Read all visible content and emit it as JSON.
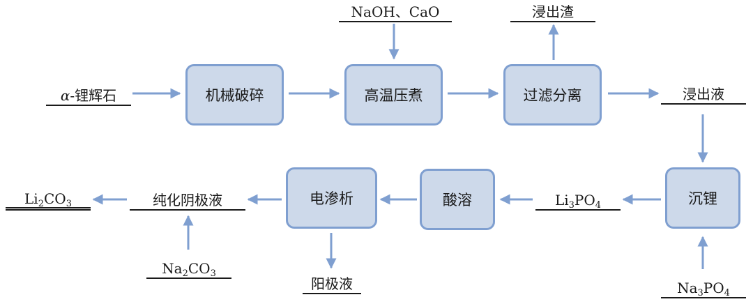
{
  "process_boxes": {
    "crush": "机械破碎",
    "digest": "高温压煮",
    "filter": "过滤分离",
    "precip": "沉锂",
    "acid": "酸溶",
    "electro": "电渗析"
  },
  "materials": {
    "spodumene_greek": "α",
    "spodumene_rest": "-锂辉石",
    "reagents": "NaOH、CaO",
    "residue": "浸出渣",
    "leachate": "浸出液",
    "li3po4": {
      "a": "Li",
      "s1": "3",
      "b": "PO",
      "s2": "4"
    },
    "na3po4": {
      "a": "Na",
      "s1": "3",
      "b": "PO",
      "s2": "4"
    },
    "cathode": "纯化阴极液",
    "anode": "阳极液",
    "na2co3": {
      "a": "Na",
      "s1": "2",
      "b": "CO",
      "s2": "3"
    },
    "li2co3": {
      "a": "Li",
      "s1": "2",
      "b": "CO",
      "s2": "3"
    }
  },
  "colors": {
    "box_fill": "#cdd9ea",
    "box_border": "#7f9fd0",
    "arrow": "#7f9fd0"
  }
}
